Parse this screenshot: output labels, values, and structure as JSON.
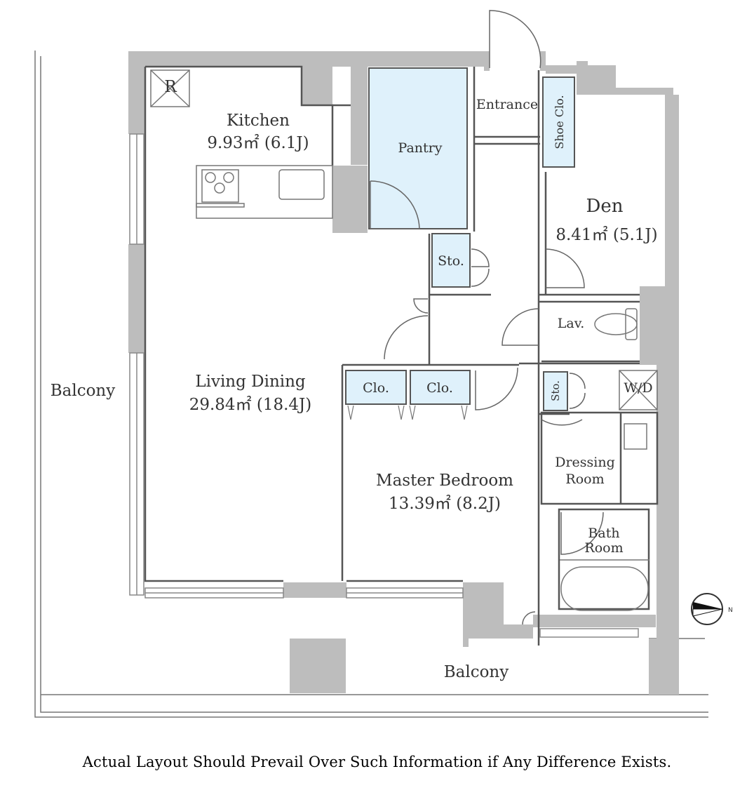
{
  "colors": {
    "wall": "#bdbdbd",
    "storage_fill": "#dff1fb",
    "line": "#555555",
    "text": "#333333"
  },
  "rooms": {
    "kitchen": {
      "name": "Kitchen",
      "area": "9.93㎡ (6.1J)"
    },
    "living_dining": {
      "name": "Living Dining",
      "area": "29.84㎡ (18.4J)"
    },
    "master_bedroom": {
      "name": "Master Bedroom",
      "area": "13.39㎡ (8.2J)"
    },
    "den": {
      "name": "Den",
      "area": "8.41㎡ (5.1J)"
    },
    "pantry": {
      "name": "Pantry"
    },
    "entrance": {
      "name": "Entrance"
    },
    "shoe_closet": {
      "name": "Shoe Clo."
    },
    "storage_1": {
      "name": "Sto."
    },
    "storage_2": {
      "name": "Sto."
    },
    "lavatory": {
      "name": "Lav."
    },
    "closet_1": {
      "name": "Clo."
    },
    "closet_2": {
      "name": "Clo."
    },
    "washer_dryer": {
      "name": "W/D"
    },
    "dressing_room": {
      "line1": "Dressing",
      "line2": "Room"
    },
    "bath_room": {
      "line1": "Bath",
      "line2": "Room"
    },
    "refrigerator": {
      "name": "R"
    },
    "balcony_west": {
      "name": "Balcony"
    },
    "balcony_south": {
      "name": "Balcony"
    }
  },
  "compass": {
    "label": "N"
  },
  "disclaimer": "Actual Layout Should Prevail Over Such Information if Any Difference Exists."
}
